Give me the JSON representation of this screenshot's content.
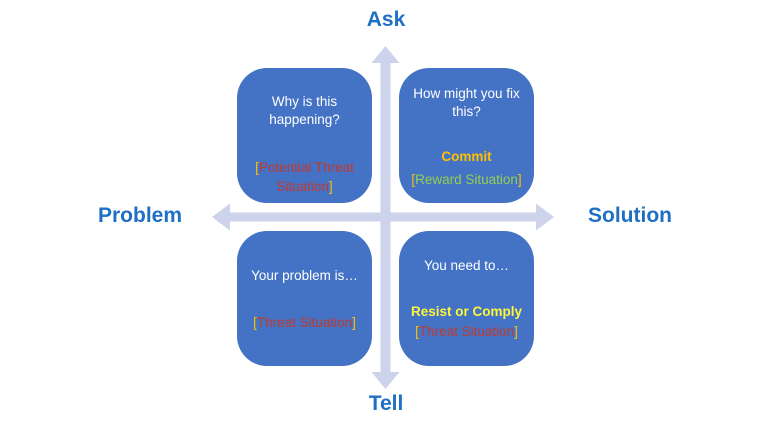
{
  "axes": {
    "top": "Ask",
    "bottom": "Tell",
    "left": "Problem",
    "right": "Solution"
  },
  "quadrants": {
    "top_left": {
      "question": "Why is this happening?",
      "bracket_open": "[",
      "tag": "Potential Threat Situation",
      "bracket_close": "]"
    },
    "top_right": {
      "question": "How might you fix this?",
      "action": "Commit",
      "bracket_open": "[",
      "tag": "Reward Situation",
      "bracket_close": "]"
    },
    "bottom_left": {
      "question": "Your problem is…",
      "bracket_open": "[",
      "tag": "Threat Situation",
      "bracket_close": "]"
    },
    "bottom_right": {
      "question": "You need to…",
      "action": "Resist or Comply",
      "bracket_open": "[",
      "tag": "Threat Situation",
      "bracket_close": "]"
    }
  },
  "colors": {
    "background": "#ffffff",
    "quadrant_box": "#4472c4",
    "axis_label": "#1f6fc5",
    "arrow": "#ccd3ea",
    "question_text": "#ffffff",
    "threat_text": "#bf3a2e",
    "gold_text": "#ffc000",
    "bright_yellow_text": "#fcf63c",
    "reward_green_text": "#92d050"
  }
}
